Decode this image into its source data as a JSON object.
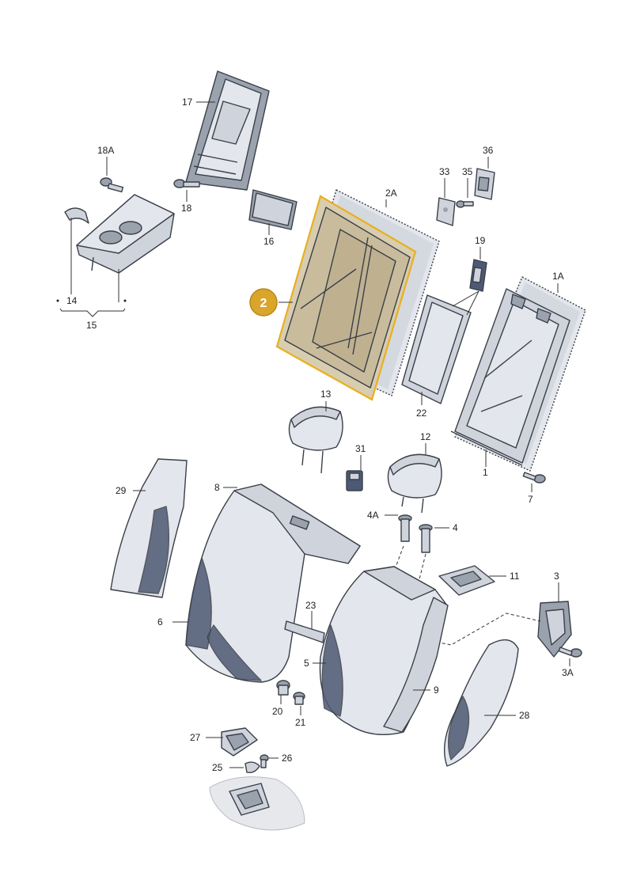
{
  "highlighted_part": "2",
  "labels": {
    "l17": "17",
    "l18A": "18A",
    "l18": "18",
    "l16": "16",
    "l14": "14",
    "l15": "15",
    "l2A": "2A",
    "l33": "33",
    "l35": "35",
    "l36": "36",
    "l19": "19",
    "l1A": "1A",
    "l22": "22",
    "l13": "13",
    "l31": "31",
    "l12": "12",
    "l1": "1",
    "l7": "7",
    "l29": "29",
    "l8": "8",
    "l4A": "4A",
    "l4": "4",
    "l11": "11",
    "l3": "3",
    "l23": "23",
    "l6": "6",
    "l5": "5",
    "l9": "9",
    "l3A": "3A",
    "l20": "20",
    "l21": "21",
    "l28": "28",
    "l27": "27",
    "l26": "26",
    "l25": "25"
  },
  "colors": {
    "highlight": "#e8b020",
    "badge": "#d9a52a"
  }
}
